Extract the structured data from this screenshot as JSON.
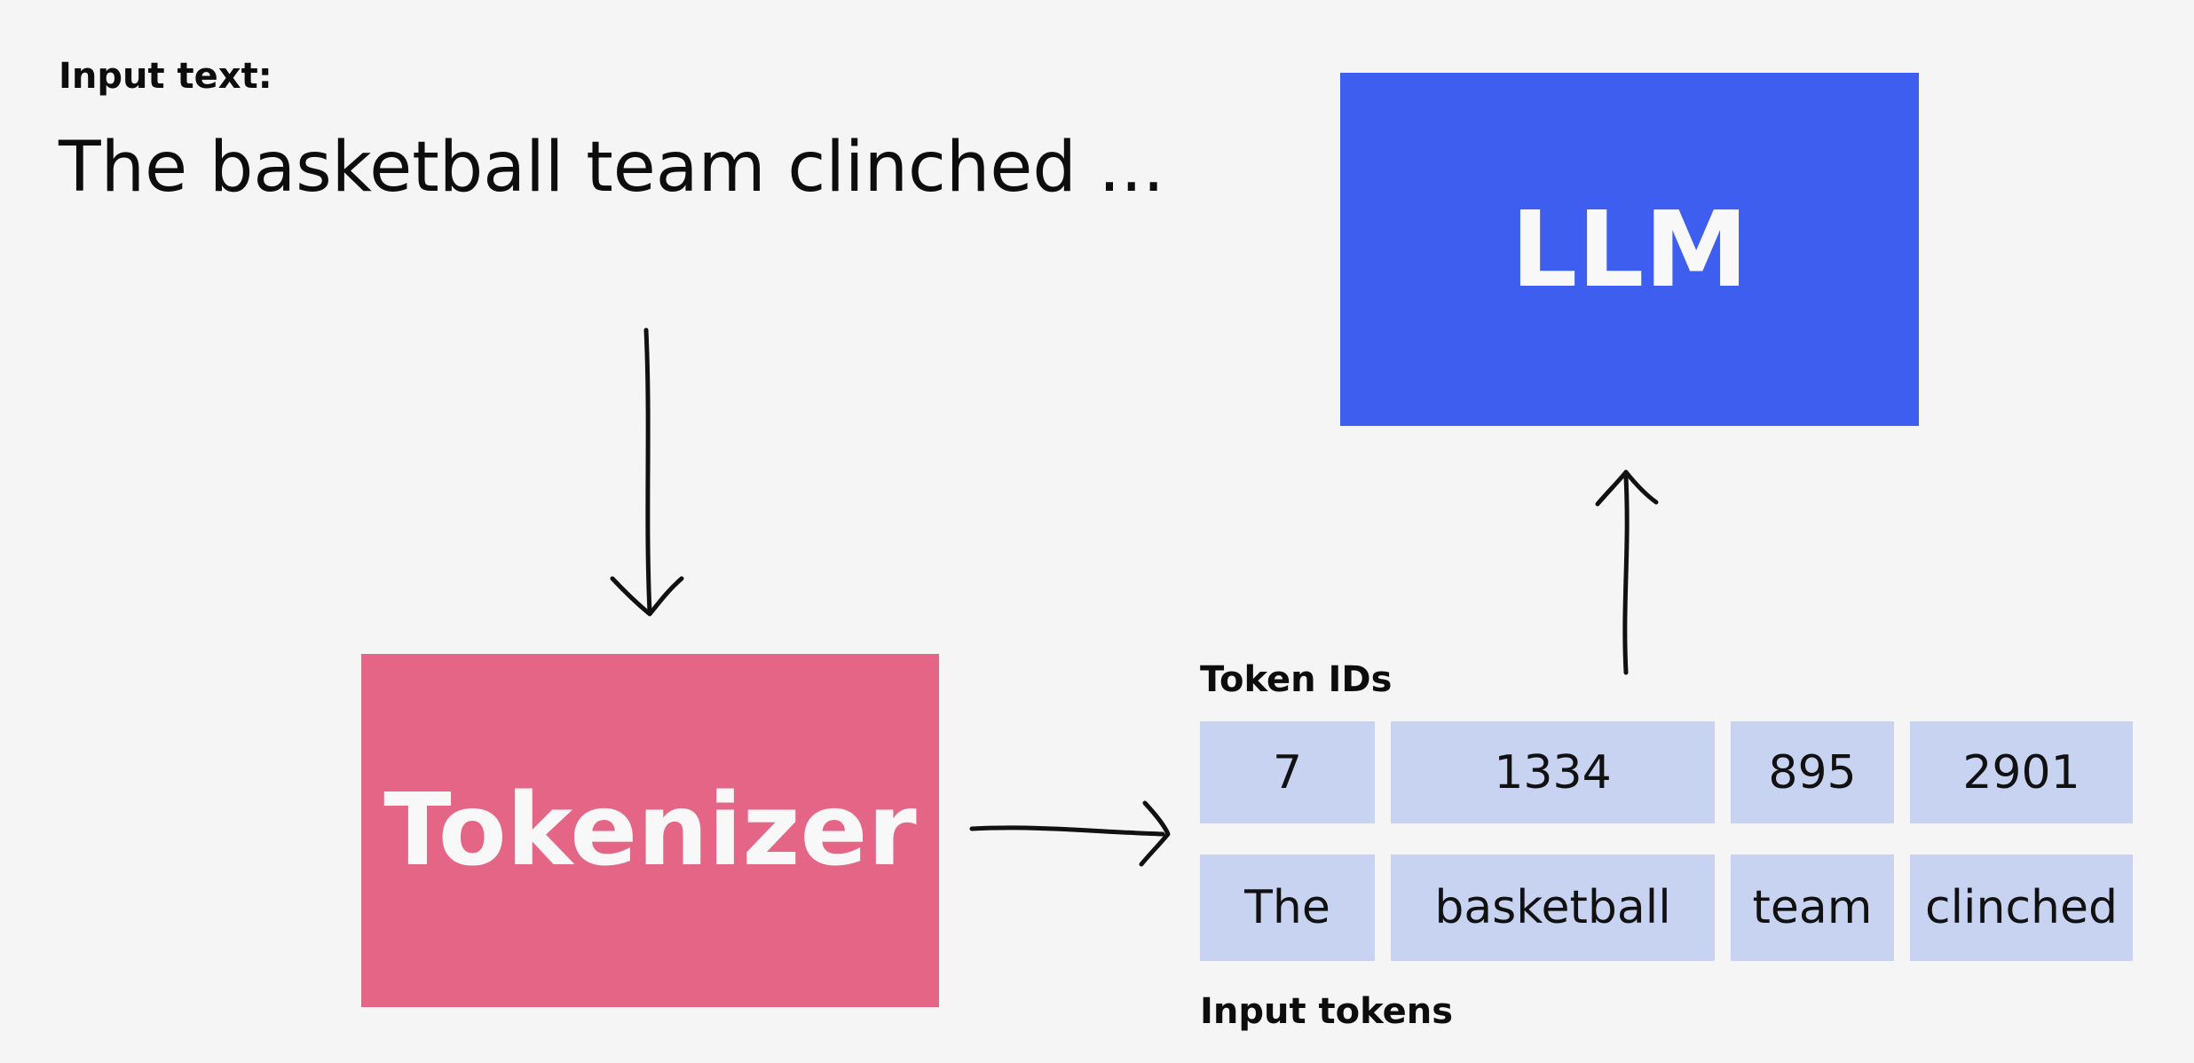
{
  "input": {
    "label": "Input text:",
    "text": "The basketball team clinched ..."
  },
  "llm": {
    "label": "LLM"
  },
  "tokenizer": {
    "label": "Tokenizer"
  },
  "token_ids_label": "Token IDs",
  "input_tokens_label": "Input tokens",
  "tokens": [
    {
      "id": "7",
      "text": "The"
    },
    {
      "id": "1334",
      "text": "basketball"
    },
    {
      "id": "895",
      "text": "team"
    },
    {
      "id": "2901",
      "text": "clinched"
    }
  ],
  "colors": {
    "background": "#f5f5f5",
    "llm_box": "#3d5eef",
    "tokenizer_box": "#e56586",
    "token_cell": "#c8d2f1"
  }
}
